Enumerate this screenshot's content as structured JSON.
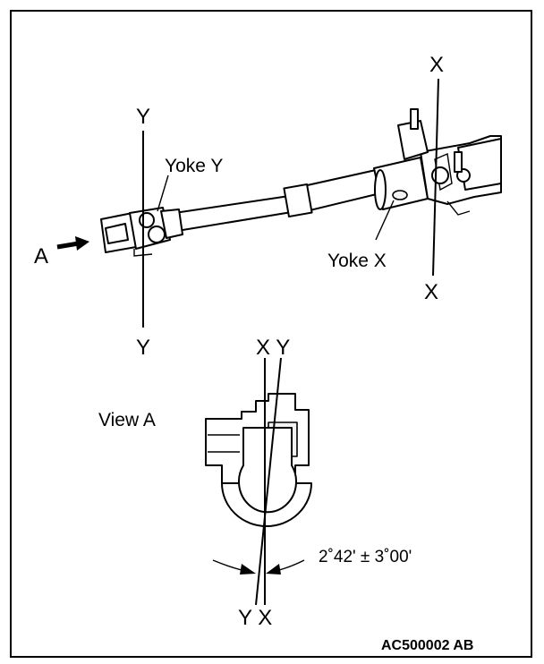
{
  "labels": {
    "y_top": "Y",
    "y_bottom": "Y",
    "x_top": "X",
    "x_bottom": "X",
    "yoke_y": "Yoke Y",
    "yoke_x": "Yoke X",
    "arrow_a": "A",
    "view_a": "View A",
    "xy_top": "X Y",
    "yx_bottom": "Y X",
    "angle_spec": "2˚42' ± 3˚00'",
    "figure_code": "AC500002 AB"
  }
}
